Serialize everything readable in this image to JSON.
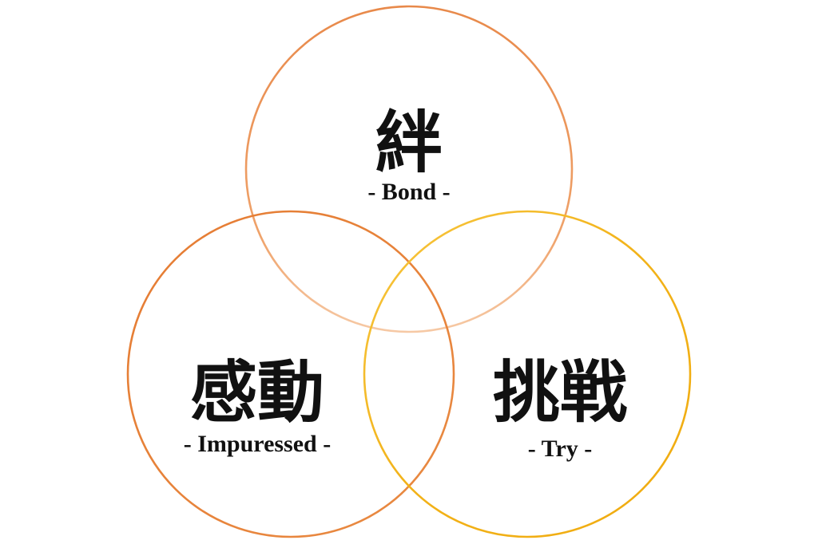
{
  "diagram": {
    "circles": [
      {
        "id": "bond",
        "kanji": "絆",
        "subtitle": "- Bond -",
        "color": "#e8894a"
      },
      {
        "id": "impressed",
        "kanji": "感動",
        "subtitle": "- Impuressed -",
        "color": "#e8823a"
      },
      {
        "id": "try",
        "kanji": "挑戦",
        "subtitle": "- Try -",
        "color": "#f5b820"
      }
    ]
  }
}
